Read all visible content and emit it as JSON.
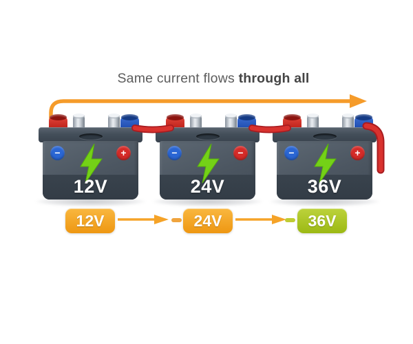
{
  "title": {
    "regular": "Same current flows ",
    "bold": "through all"
  },
  "batteries": [
    {
      "label": "12V",
      "negative_sign": "−",
      "positive_sign": "+"
    },
    {
      "label": "24V",
      "negative_sign": "−",
      "positive_sign": "−"
    },
    {
      "label": "36V",
      "negative_sign": "−",
      "positive_sign": "+"
    }
  ],
  "voltage_flow": {
    "badges": [
      {
        "label": "12V",
        "color": "#ee9712"
      },
      {
        "label": "24V",
        "color": "#ee9712"
      },
      {
        "label": "36V",
        "color": "#9cb914"
      }
    ]
  },
  "colors": {
    "current_arrow_orange": "#f59b2a",
    "wire_red": "#d2252b",
    "bolt_green": "#74d117",
    "battery_body": "#4c5661",
    "terminal_red": "#c2271f",
    "terminal_blue": "#2352b4",
    "negative_circle_blue": "#2a66d4",
    "positive_circle_red": "#d52b28"
  }
}
